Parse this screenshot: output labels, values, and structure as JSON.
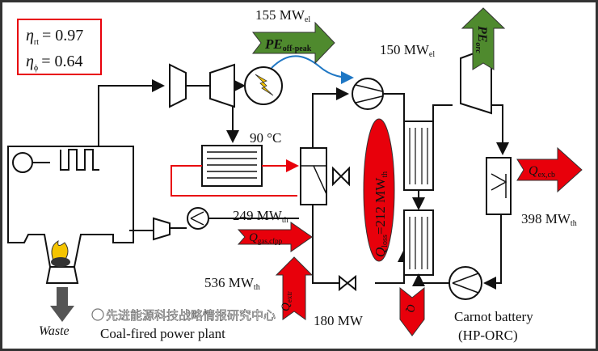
{
  "efficiency": {
    "rt": {
      "symbol": "η",
      "sub": "rt",
      "value": "= 0.97"
    },
    "phi": {
      "symbol": "η",
      "sub": "ϕ",
      "value": "= 0.64"
    }
  },
  "labels": {
    "pe_offpeak_power": {
      "main": "155 MW",
      "sub": "el"
    },
    "pe_offpeak": {
      "main": "PE",
      "sub": "off-peak"
    },
    "pe_orc_power": {
      "main": "150 MW",
      "sub": "el"
    },
    "pe_orc": {
      "main": "PE",
      "sub": "orc"
    },
    "temp": "90 °C",
    "q_loss": {
      "main": "Q",
      "sub": "loss",
      "rest": "=212 MW",
      "sub2": "th"
    },
    "q_ex_cb": {
      "main": "Q",
      "sub": "ex,cb"
    },
    "q_ex_cb_power": {
      "main": "398 MW",
      "sub": "th"
    },
    "q_gas_power": {
      "main": "249 MW",
      "sub": "th"
    },
    "q_gas": {
      "main": "Q",
      "sub": "gas,cfpp"
    },
    "q_extr_power": {
      "main": "536 MW",
      "sub": "th"
    },
    "q_extr": {
      "main": "Q",
      "sub": "extr"
    },
    "q_in_power": "180 MW",
    "q_in": "Q",
    "carnot": "Carnot  battery",
    "hp_orc": "(HP-ORC)",
    "waste": "Waste",
    "plant": "Coal-fired power plant",
    "watermark": "先进能源科技战略情报研究中心"
  },
  "colors": {
    "heat": "#e8000b",
    "power": "#4f8a2e",
    "electric_link": "#1f77c4",
    "flame": "#f5c400"
  }
}
